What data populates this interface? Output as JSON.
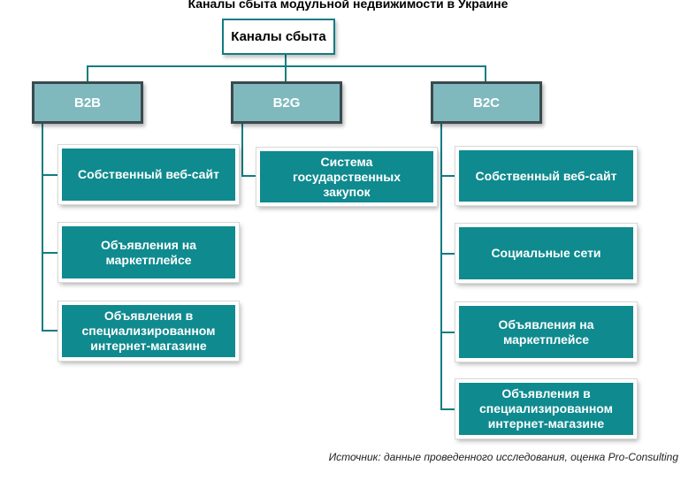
{
  "title": "Каналы сбыта модульной недвижимости в Украине",
  "root_label": "Каналы сбыта",
  "categories": [
    {
      "label": "B2B",
      "items": [
        "Собственный веб-сайт",
        "Объявления на маркетплейсе",
        "Объявления в специализированном интернет-магазине"
      ]
    },
    {
      "label": "B2G",
      "items": [
        "Система государственных закупок"
      ]
    },
    {
      "label": "B2C",
      "items": [
        "Собственный веб-сайт",
        "Социальные сети",
        "Объявления на маркетплейсе",
        "Объявления в специализированном интернет-магазине"
      ]
    }
  ],
  "source": "Источник: данные проведенного исследования, оценка Pro-Consulting",
  "colors": {
    "root_border": "#117c83",
    "category_fill": "#7fb9be",
    "category_border": "#3a4a4d",
    "item_fill": "#0f8a8f",
    "connector": "#117c83"
  }
}
